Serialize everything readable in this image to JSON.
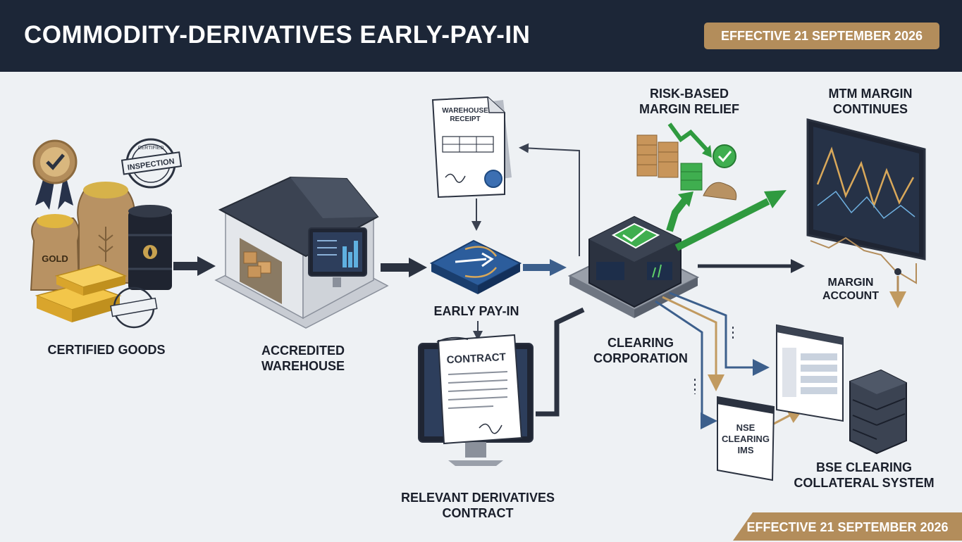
{
  "header": {
    "title": "COMMODITY-DERIVATIVES EARLY-PAY-IN",
    "effective_badge": "EFFECTIVE 21 SEPTEMBER 2026"
  },
  "footer": {
    "effective_badge": "EFFECTIVE 21 SEPTEMBER 2026"
  },
  "nodes": {
    "certified_goods": "CERTIFIED GOODS",
    "accredited_warehouse": [
      "ACCREDITED",
      "WAREHOUSE"
    ],
    "early_pay_in": "EARLY PAY-IN",
    "relevant_contract": [
      "RELEVANT DERIVATIVES",
      "CONTRACT"
    ],
    "clearing_corporation": [
      "CLEARING",
      "CORPORATION"
    ],
    "risk_margin_relief": [
      "RISK-BASED",
      "MARGIN RELIEF"
    ],
    "mtm_margin": [
      "MTM MARGIN",
      "CONTINUES"
    ],
    "margin_account": [
      "MARGIN",
      "ACCOUNT"
    ],
    "bse_collateral": [
      "BSE CLEARING",
      "COLLATERAL SYSTEM"
    ]
  },
  "illustration_text": {
    "gold": "GOLD",
    "inspection": "INSPECTION",
    "certified": "CERTIFIED",
    "warehouse_receipt": [
      "WAREHOUSE",
      "RECEIPT"
    ],
    "contract": "CONTRACT",
    "nse_screen": [
      "NSE",
      "CLEARING",
      "IMS"
    ]
  },
  "colors": {
    "header_bg": "#1c2637",
    "badge_gold": "#b38d5b",
    "flow_dark": "#2b3240",
    "flow_blue": "#3c5f8c",
    "flow_green": "#2f9a3f",
    "flow_gold": "#c19a60"
  }
}
